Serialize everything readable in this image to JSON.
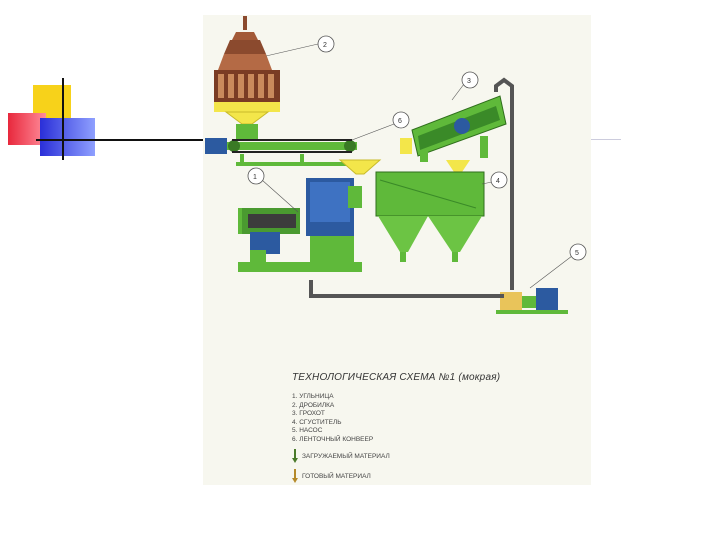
{
  "diagram": {
    "title": "ТЕХНОЛОГИЧЕСКАЯ СХЕМА №1 (мокрая)",
    "items": [
      "1. УГЛЬНИЦА",
      "2. ДРОБИЛКА",
      "3. ГРОХОТ",
      "4. СГУСТИТЕЛЬ",
      "5. НАСОС",
      "6. ЛЕНТОЧНЫЙ КОНВЕЕР"
    ],
    "materials": [
      {
        "label": "ЗАГРУЖАЕМЫЙ МАТЕРИАЛ",
        "icon": "loaded-material-arrow-icon"
      },
      {
        "label": "ГОТОВЫЙ МАТЕРИАЛ",
        "icon": "finished-material-arrow-icon"
      }
    ],
    "callouts": [
      "2",
      "3",
      "6",
      "1",
      "4",
      "5"
    ]
  },
  "colors": {
    "machine_green": "#5fb93a",
    "machine_blue": "#2c5aa0",
    "crusher_brown": "#8b4a2e",
    "hopper_yellow": "#f3e64a",
    "accent_yellow": "#f7d21a",
    "accent_red": "#e8283c",
    "accent_blue": "#2a2fd8"
  }
}
